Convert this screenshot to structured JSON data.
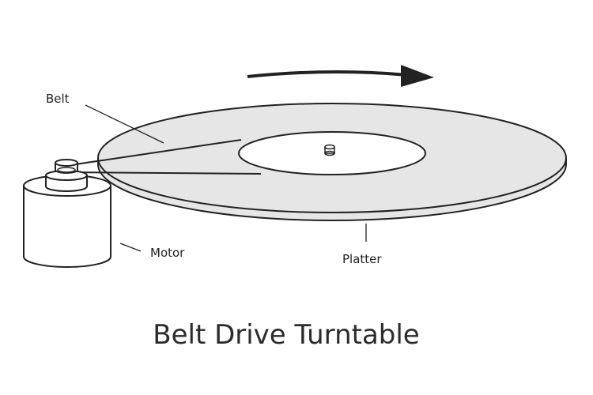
{
  "labels": {
    "belt": "Belt",
    "motor": "Motor",
    "platter": "Platter"
  },
  "title": "Belt Drive Turntable",
  "rotation_direction": "clockwise",
  "colors": {
    "line": "#222222",
    "platter_fill": "#e6e6e6",
    "background": "#ffffff"
  }
}
